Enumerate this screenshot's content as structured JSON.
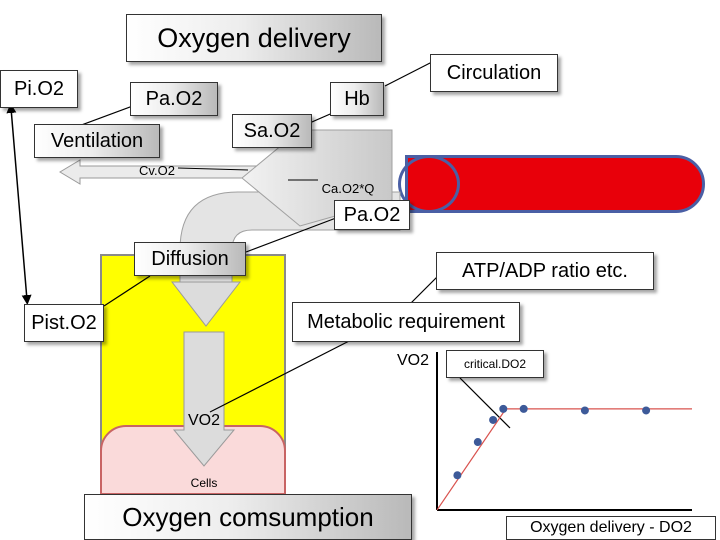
{
  "labels": {
    "oxygen_delivery": "Oxygen delivery",
    "pio2": "Pi.O2",
    "pao2_top": "Pa.O2",
    "hb": "Hb",
    "circulation": "Circulation",
    "ventilation": "Ventilation",
    "sao2": "Sa.O2",
    "cvo2": "Cv.O2",
    "cao2q": "Ca.O2*Q",
    "pao2_mid": "Pa.O2",
    "diffusion": "Diffusion",
    "atp_adp": "ATP/ADP ratio etc.",
    "pisto2": "Pist.O2",
    "metabolic": "Metabolic requirement",
    "vo2_axis": "VO2",
    "critical_do2": "critical.DO2",
    "vo2_arrow": "VO2",
    "cells": "Cells",
    "oxygen_consumption": "Oxygen comsumption",
    "x_axis": "Oxygen delivery - DO2"
  },
  "colors": {
    "tissue": "#ffff00",
    "tissue_border": "#8a8a8a",
    "cells": "#fadada",
    "cells_border": "#c86464",
    "vessel": "#e8000a",
    "vessel_border": "#4a5fa5",
    "arrow": "#e0e0e0",
    "arrow_border": "#a0a0a0",
    "plot_line": "#d9534f",
    "plot_point": "#3d5a99"
  },
  "chart_data": {
    "type": "scatter",
    "xlabel": "Oxygen delivery - DO2",
    "ylabel": "VO2",
    "annotation": "critical.DO2",
    "points": [
      {
        "x": 0.08,
        "y": 0.22
      },
      {
        "x": 0.16,
        "y": 0.43
      },
      {
        "x": 0.22,
        "y": 0.57
      },
      {
        "x": 0.26,
        "y": 0.64
      },
      {
        "x": 0.34,
        "y": 0.64
      },
      {
        "x": 0.58,
        "y": 0.63
      },
      {
        "x": 0.82,
        "y": 0.63
      }
    ],
    "line": [
      {
        "x": 0.0,
        "y": 0.0
      },
      {
        "x": 0.27,
        "y": 0.64
      },
      {
        "x": 1.0,
        "y": 0.64
      }
    ],
    "critical_point": {
      "x": 0.27,
      "y": 0.64
    }
  }
}
